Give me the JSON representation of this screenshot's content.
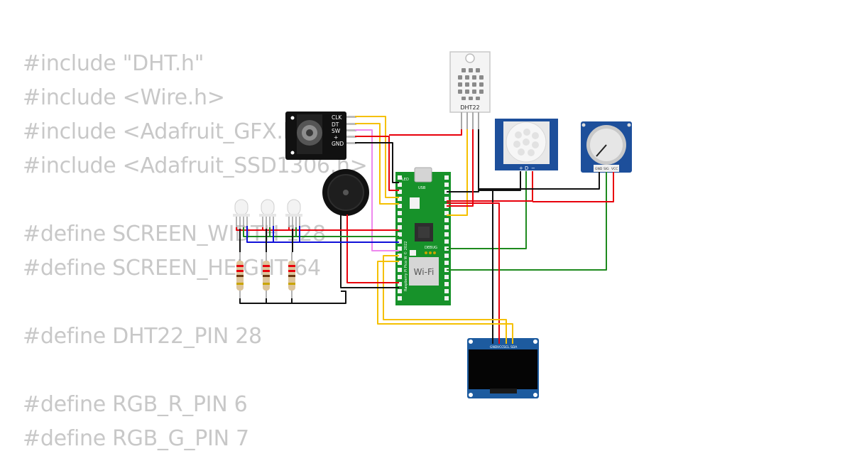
{
  "code_lines": [
    "#include \"DHT.h\"",
    "#include <Wire.h>",
    "#include <Adafruit_GFX.h>",
    "#include <Adafruit_SSD1306.h>",
    "",
    "#define SCREEN_WIDTH 128",
    "#define SCREEN_HEIGHT 64",
    "",
    "#define DHT22_PIN 28",
    "",
    "#define RGB_R_PIN 6",
    "#define RGB_G_PIN 7"
  ],
  "components": {
    "encoder": {
      "pins": [
        "CLK",
        "DT",
        "SW",
        "+",
        "GND"
      ]
    },
    "dht22": {
      "label": "DHT22"
    },
    "pir": {
      "pins": [
        "+",
        "D",
        "−"
      ]
    },
    "pot": {
      "pins": [
        "GND",
        "SIG",
        "VCC"
      ]
    },
    "pico": {
      "wifi": "Wi-Fi",
      "debug": "DEBUG",
      "text": "Raspberry Pi Pico W © 2022",
      "usb": "USB",
      "led": "LED"
    },
    "oled": {
      "pins": [
        "GND",
        "VCC",
        "SCL",
        "SDA"
      ]
    }
  },
  "colors": {
    "code_text": "#c8c8c8",
    "wire_red": "#e8000b",
    "wire_black": "#111111",
    "wire_green": "#1e8a1e",
    "wire_blue": "#1010d8",
    "wire_yellow": "#f5c000",
    "wire_pink": "#ee88ee",
    "pcb_green": "#17922a",
    "module_blue": "#1d4f9b",
    "oled_blue": "#1d5b9f"
  }
}
